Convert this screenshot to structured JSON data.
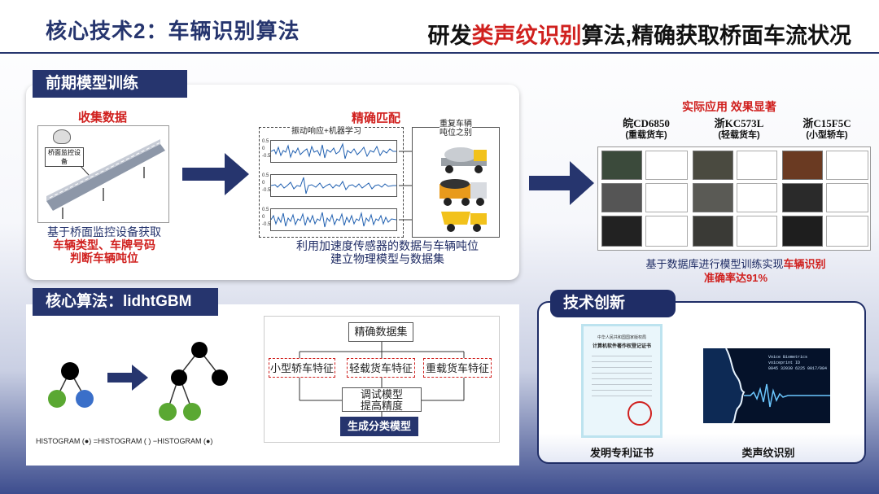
{
  "header": {
    "title": "核心技术2：车辆识别算法",
    "slogan_pre": "研发",
    "slogan_red": "类声纹识别",
    "slogan_post": "算法,精确获取桥面车流状况"
  },
  "section1": {
    "tab": "前期模型训练",
    "collect_title": "收集数据",
    "camera_label": "桥面监控设备",
    "collect_line1": "基于桥面监控设备获取",
    "collect_line2": "车辆类型、车牌号码",
    "collect_line3": "判断车辆吨位",
    "match_title": "精确匹配",
    "wave_title": "振动响应+机器学习",
    "truck_title_1": "重复车辆",
    "truck_title_2": "吨位之别",
    "match_line1": "利用加速度传感器的数据与车辆吨位",
    "match_line2": "建立物理模型与数据集",
    "wave_ticks": [
      "0.5",
      "0",
      "-0.5"
    ]
  },
  "application": {
    "title": "实际应用 效果显著",
    "plates": [
      {
        "plate": "皖CD6850",
        "type": "(重载货车)"
      },
      {
        "plate": "浙KC573L",
        "type": "(轻载货车)"
      },
      {
        "plate": "浙C15F5C",
        "type": "(小型轿车)"
      }
    ],
    "caption_pre": "基于数据库进行模型训练实现",
    "caption_red": "车辆识别",
    "caption_line2": "准确率达91%"
  },
  "section2": {
    "tab": "核心算法：lidhtGBM",
    "formula": "HISTOGRAM (●) =HISTOGRAM (  ) −HISTOGRAM (●)",
    "flow_top": "精确数据集",
    "flow_features": [
      "小型轿车特征",
      "轻载货车特征",
      "重载货车特征"
    ],
    "flow_tune_1": "调试模型",
    "flow_tune_2": "提高精度",
    "flow_final": "生成分类模型"
  },
  "section3": {
    "tab": "技术创新",
    "cert_caption": "发明专利证书",
    "voice_caption": "类声纹识别",
    "cert_title": "中华人民共和国国家版权局",
    "cert_subtitle": "计算机软件著作权登记证书",
    "voice_text_1": "Voice Biometrics",
    "voice_text_2": "voiceprint ID",
    "voice_text_3": "0045 32030 6225 0017/084"
  },
  "colors": {
    "navy": "#26356e",
    "red": "#d0201e",
    "green": "#5aa832",
    "blue": "#3a6fc9"
  }
}
